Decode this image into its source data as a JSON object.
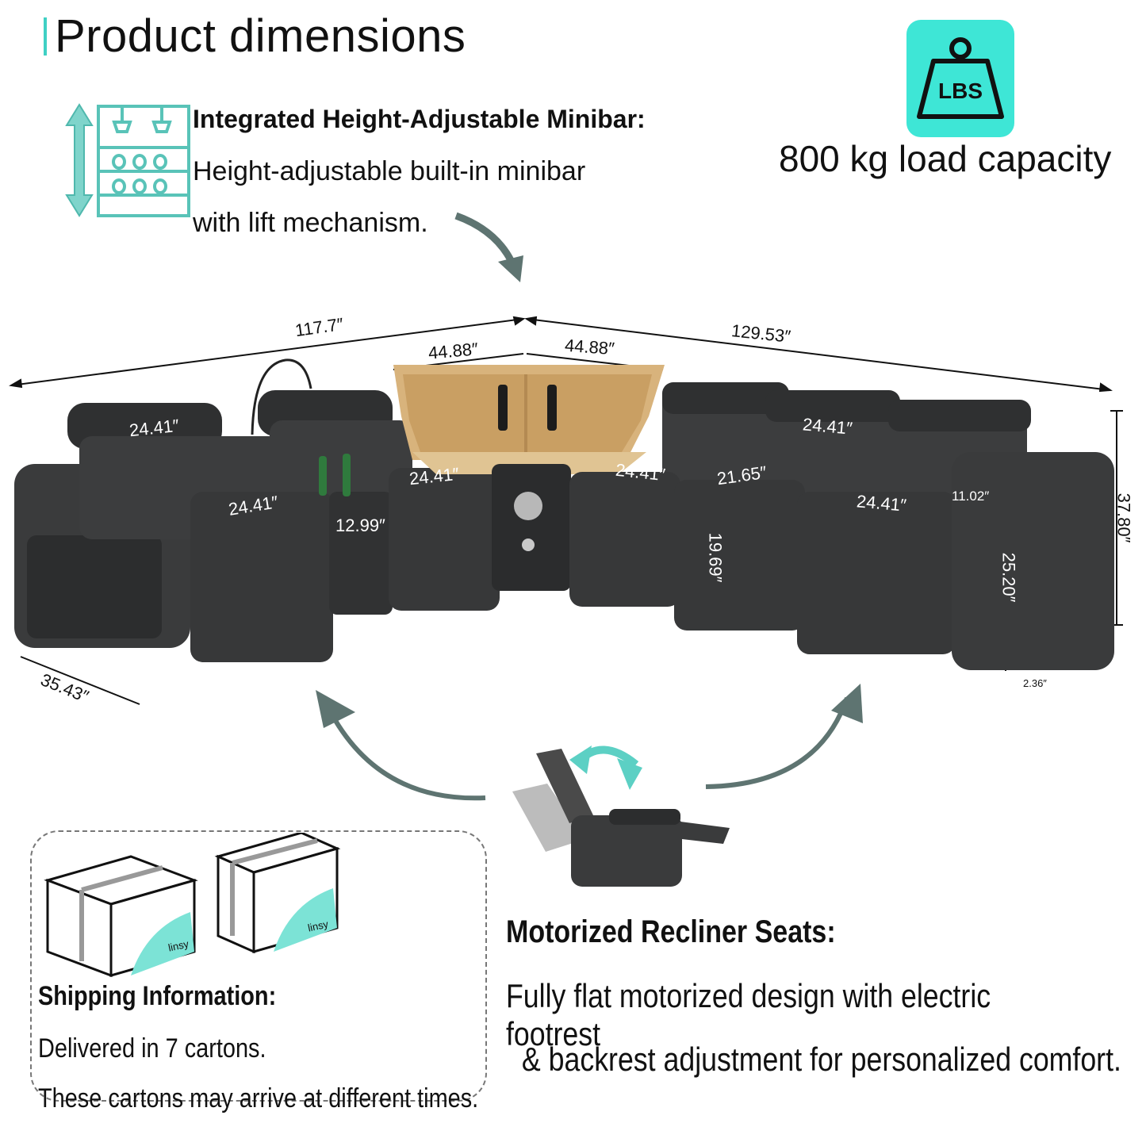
{
  "header": {
    "title": "Product dimensions"
  },
  "minibar": {
    "title": "Integrated Height-Adjustable Minibar:",
    "line1": "Height-adjustable built-in minibar",
    "line2": "with lift mechanism.",
    "icon": "minibar-height-icon"
  },
  "load": {
    "icon_label": "LBS",
    "text": "800 kg load capacity",
    "icon": "weight-icon"
  },
  "dimensions": {
    "left_total": "117.7″",
    "right_total": "129.53″",
    "bar_left": "44.88″",
    "bar_right": "44.88″",
    "headrest_left": "24.41″",
    "seat_left": "24.41″",
    "console_width": "12.99″",
    "seat_corner_left": "24.41″",
    "seat_corner_right": "24.41″",
    "headrest_right": "24.41″",
    "seat_depth": "21.65″",
    "seat_right": "24.41″",
    "arm_width": "11.02″",
    "seat_height": "19.69″",
    "arm_height": "25.20″",
    "total_height": "37.80″",
    "depth": "35.43″",
    "leg_height": "2.36″"
  },
  "shipping": {
    "title": "Shipping Information:",
    "line1": "Delivered in 7 cartons.",
    "line2": "These cartons may arrive at different times.",
    "box_brand": "linsy",
    "icon": "carton-box-icon"
  },
  "recliner": {
    "title": "Motorized Recliner Seats:",
    "line1": "Fully flat motorized design with electric footrest",
    "line2": " & backrest adjustment for personalized comfort.",
    "icon": "recliner-chair-icon"
  },
  "colors": {
    "accent": "#3fd0c4",
    "arrow": "#5e7471",
    "sofa": "#3a3b3c",
    "wood": "#d8b37c"
  }
}
